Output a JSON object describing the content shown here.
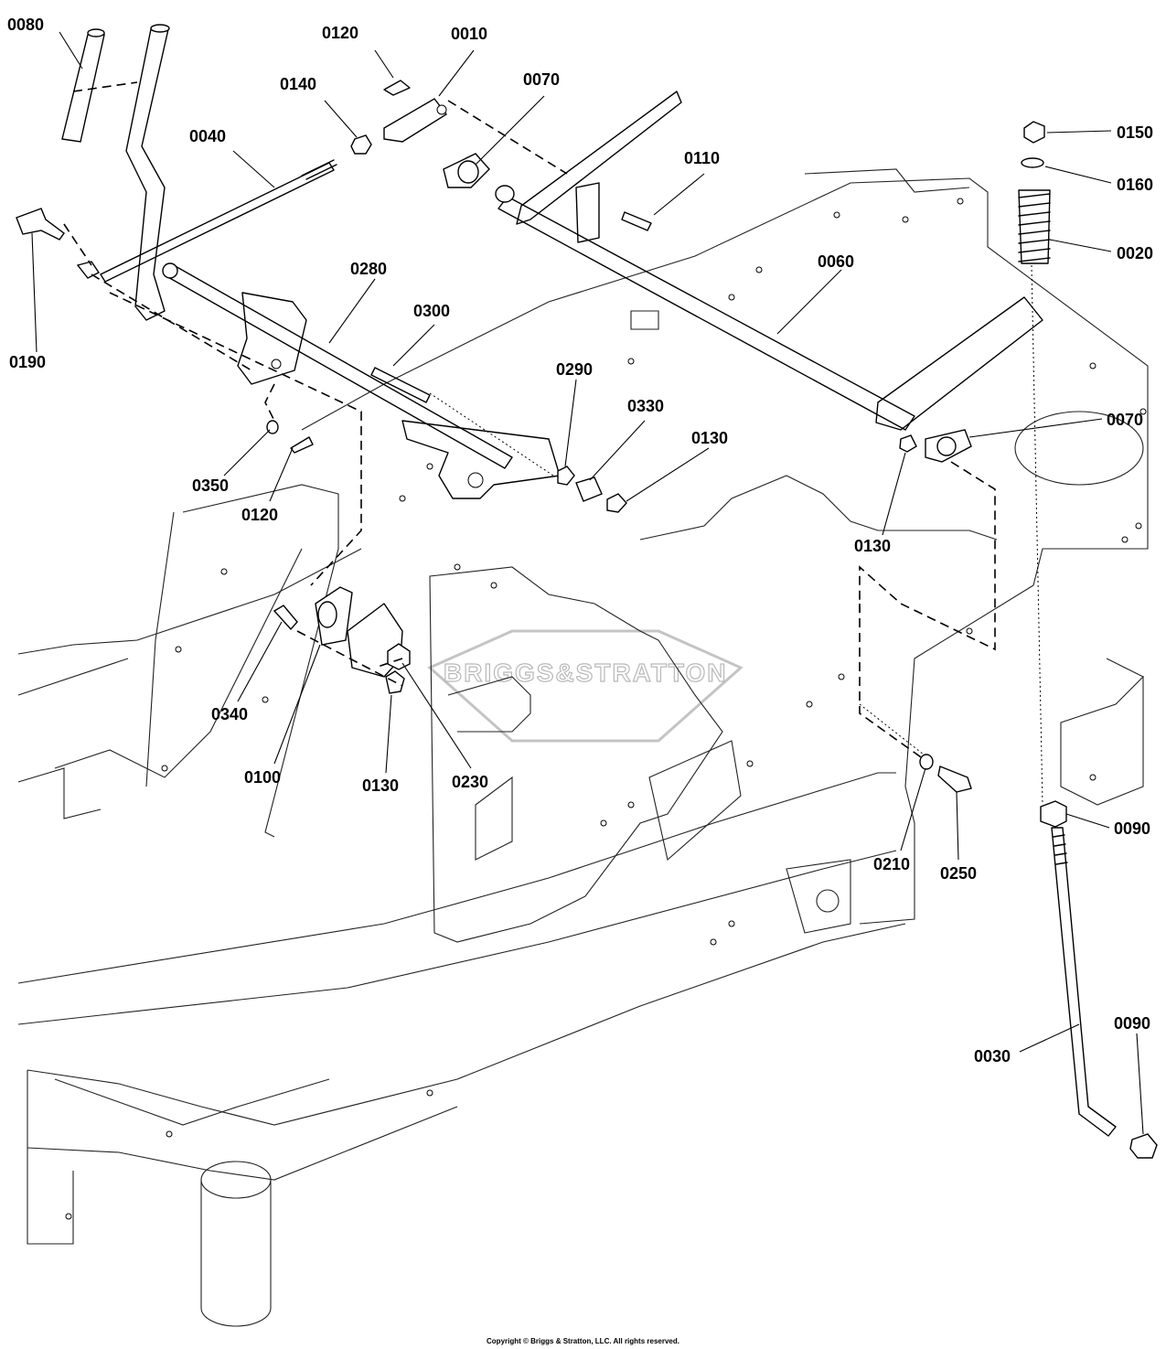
{
  "watermark": "BRIGGS&STRATTON",
  "copyright": "Copyright © Briggs & Stratton, LLC. All rights reserved.",
  "callouts": [
    {
      "id": "c0080",
      "text": "0080"
    },
    {
      "id": "c0120a",
      "text": "0120"
    },
    {
      "id": "c0010",
      "text": "0010"
    },
    {
      "id": "c0140",
      "text": "0140"
    },
    {
      "id": "c0070a",
      "text": "0070"
    },
    {
      "id": "c0040",
      "text": "0040"
    },
    {
      "id": "c0110",
      "text": "0110"
    },
    {
      "id": "c0150",
      "text": "0150"
    },
    {
      "id": "c0160",
      "text": "0160"
    },
    {
      "id": "c0020",
      "text": "0020"
    },
    {
      "id": "c0280",
      "text": "0280"
    },
    {
      "id": "c0060",
      "text": "0060"
    },
    {
      "id": "c0190",
      "text": "0190"
    },
    {
      "id": "c0300",
      "text": "0300"
    },
    {
      "id": "c0290",
      "text": "0290"
    },
    {
      "id": "c0330",
      "text": "0330"
    },
    {
      "id": "c0130a",
      "text": "0130"
    },
    {
      "id": "c0070b",
      "text": "0070"
    },
    {
      "id": "c0350",
      "text": "0350"
    },
    {
      "id": "c0120b",
      "text": "0120"
    },
    {
      "id": "c0130b",
      "text": "0130"
    },
    {
      "id": "c0340",
      "text": "0340"
    },
    {
      "id": "c0100",
      "text": "0100"
    },
    {
      "id": "c0130c",
      "text": "0130"
    },
    {
      "id": "c0230",
      "text": "0230"
    },
    {
      "id": "c0210",
      "text": "0210"
    },
    {
      "id": "c0250",
      "text": "0250"
    },
    {
      "id": "c0090a",
      "text": "0090"
    },
    {
      "id": "c0030",
      "text": "0030"
    },
    {
      "id": "c0090b",
      "text": "0090"
    }
  ]
}
